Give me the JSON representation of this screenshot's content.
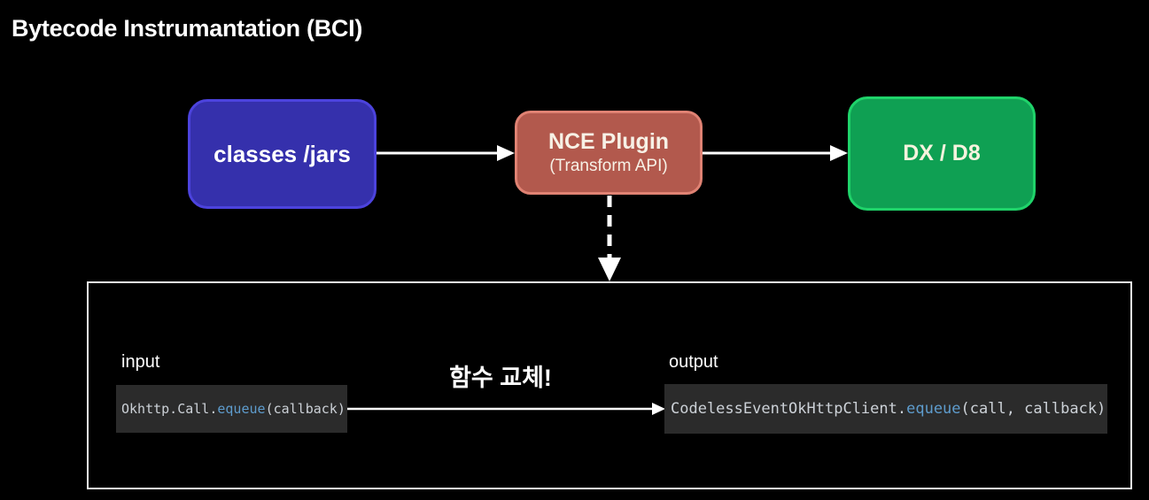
{
  "title": "Bytecode Instrumantation (BCI)",
  "diagram": {
    "nodes": [
      {
        "label": "classes /jars",
        "fill": "#3530ac",
        "border": "#4c43dd"
      },
      {
        "label": "NCE Plugin",
        "sublabel": "(Transform API)",
        "fill": "#b2594d",
        "border": "#e08273"
      },
      {
        "label": "DX / D8",
        "fill": "#0fa053",
        "border": "#1fd36a"
      }
    ],
    "arrows": [
      {
        "name": "classes-to-plugin",
        "style": "solid"
      },
      {
        "name": "plugin-to-dx",
        "style": "solid"
      },
      {
        "name": "plugin-to-detail",
        "style": "dashed"
      }
    ]
  },
  "panel": {
    "input_label": "input",
    "input_code": {
      "prefix": "Okhttp.Call.",
      "method": "equeue",
      "suffix": "(callback)"
    },
    "arrow_label": "함수 교체!",
    "output_label": "output",
    "output_code": {
      "prefix": "CodelessEventOkHttpClient.",
      "method": "equeue",
      "suffix": "(call, callback)"
    },
    "code_accent_color": "#5e9ccd",
    "code_background": "#2b2b2b",
    "border_color": "#ededed"
  }
}
